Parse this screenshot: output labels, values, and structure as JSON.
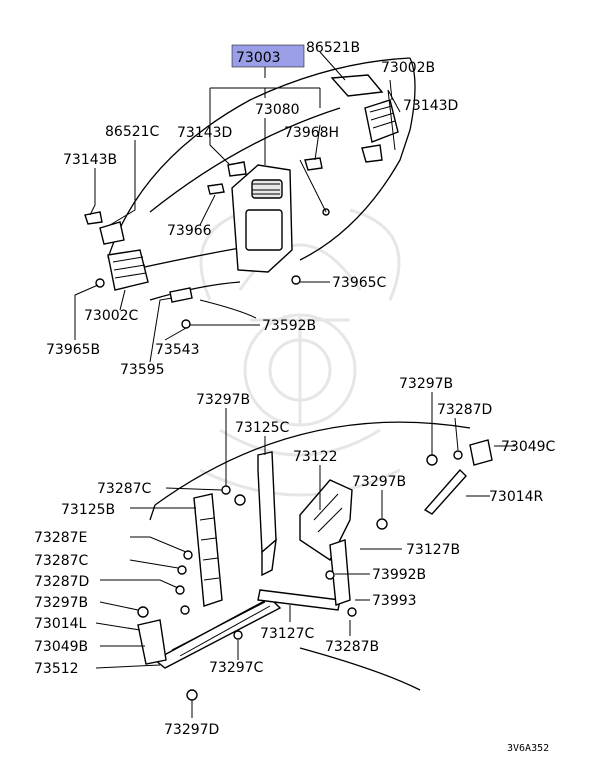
{
  "highlight_color": "#9a9ee6",
  "labels": {
    "p73003": "73003",
    "p86521b": "86521B",
    "p73002b": "73002B",
    "p73080": "73080",
    "p73143d_r": "73143D",
    "p86521c": "86521C",
    "p73143d_l": "73143D",
    "p73968h": "73968H",
    "p73143b": "73143B",
    "p73966": "73966",
    "p73965c": "73965C",
    "p73002c": "73002C",
    "p73592b": "73592B",
    "p73965b": "73965B",
    "p73543": "73543",
    "p73595": "73595",
    "p73297b_a": "73297B",
    "p73297b_b": "73297B",
    "p73287d_r": "73287D",
    "p73125c": "73125C",
    "p73049c": "73049C",
    "p73122": "73122",
    "p73287c_a": "73287C",
    "p73297b_c": "73297B",
    "p73014r": "73014R",
    "p73125b": "73125B",
    "p73287e": "73287E",
    "p73127b": "73127B",
    "p73287c_b": "73287C",
    "p73992b": "73992B",
    "p73287d_l": "73287D",
    "p73993": "73993",
    "p73297b_d": "73297B",
    "p73014l": "73014L",
    "p73127c": "73127C",
    "p73287b": "73287B",
    "p73049b": "73049B",
    "p73512": "73512",
    "p73297c": "73297C",
    "p73297d": "73297D",
    "ref_code": "3V6A352"
  }
}
